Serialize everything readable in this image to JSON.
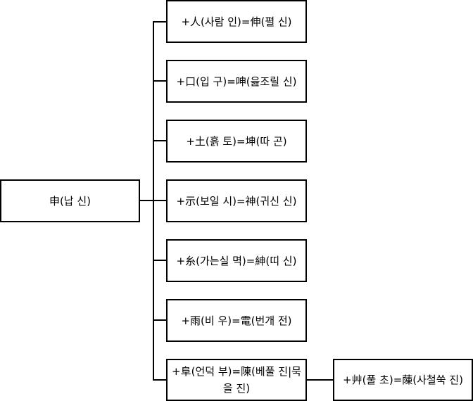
{
  "diagram": {
    "root": {
      "label": "申(납 신)"
    },
    "children": [
      {
        "label": "+人(사람 인)=伸(펼 신)"
      },
      {
        "label": "+口(입 구)=呻(읊조릴 신)"
      },
      {
        "label": "+土(흙 토)=坤(따 곤)"
      },
      {
        "label": "+示(보일 시)=神(귀신 신)"
      },
      {
        "label": "+糸(가는실 멱)=紳(띠 신)"
      },
      {
        "label": "+雨(비 우)=電(번개 전)"
      },
      {
        "label": "+阜(언덕 부)=陳(베풀 진|묵을 진)"
      }
    ],
    "grandchild": {
      "label": "+艸(풀 초)=蔯(사철쑥 진)"
    }
  },
  "colors": {
    "line": "#000000",
    "border": "#000000",
    "fill": "#ffffff",
    "text": "#000000"
  }
}
